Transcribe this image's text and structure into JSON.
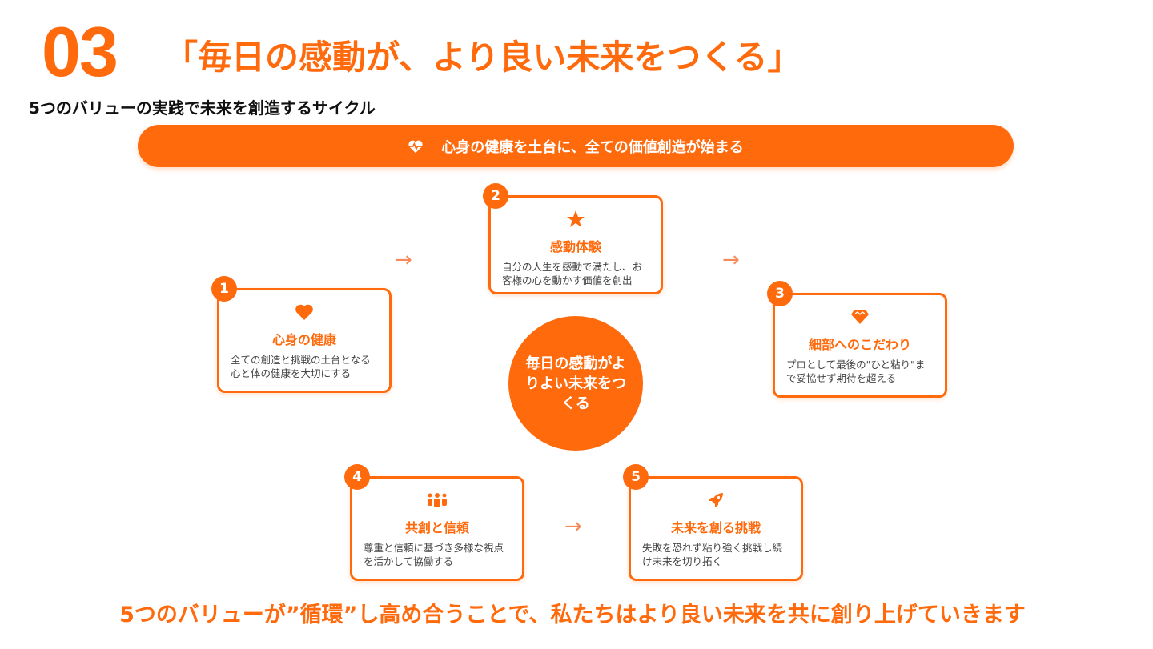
{
  "section_number": "03",
  "heading": "「毎日の感動が、より良い未来をつくる」",
  "subtitle": "5つのバリューの実践で未来を創造するサイクル",
  "banner": {
    "icon": "heartbeat-icon",
    "text": "心身の健康を土台に、全ての価値創造が始まる"
  },
  "center": {
    "text": "毎日の感動がよりよい未来をつくる"
  },
  "values": [
    {
      "number": "1",
      "icon": "heart-icon",
      "title": "心身の健康",
      "desc": "全ての創造と挑戦の土台となる心と体の健康を大切にする"
    },
    {
      "number": "2",
      "icon": "star-icon",
      "title": "感動体験",
      "desc": "自分の人生を感動で満たし、お客様の心を動かす価値を創出"
    },
    {
      "number": "3",
      "icon": "gem-icon",
      "title": "細部へのこだわり",
      "desc": "プロとして最後の\"ひと粘り\"まで妥協せず期待を超える"
    },
    {
      "number": "4",
      "icon": "people-icon",
      "title": "共創と信頼",
      "desc": "尊重と信頼に基づき多様な視点を活かして協働する"
    },
    {
      "number": "5",
      "icon": "rocket-icon",
      "title": "未来を創る挑戦",
      "desc": "失敗を恐れず粘り強く挑戦し続け未来を切り拓く"
    }
  ],
  "arrow_glyph": "→",
  "footer": "5つのバリューが”循環”し高め合うことで、私たちはより良い未来を共に創り上げていきます",
  "colors": {
    "accent": "#ff6a0d"
  }
}
